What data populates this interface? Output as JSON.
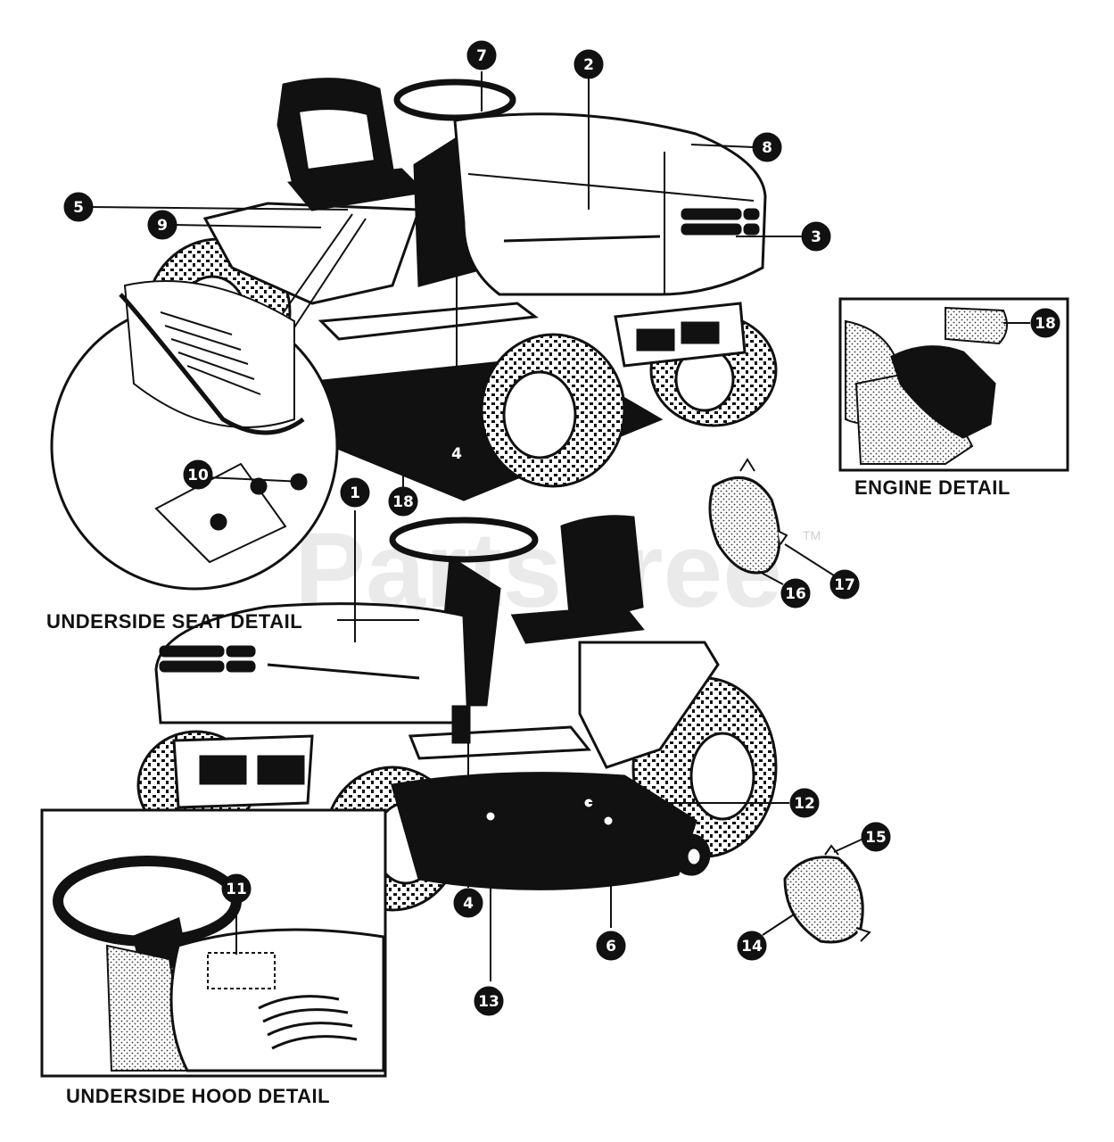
{
  "watermark": {
    "text": "PartsTree",
    "tm": "TM"
  },
  "captions": {
    "underside_seat": "UNDERSIDE SEAT DETAIL",
    "engine": "ENGINE DETAIL",
    "underside_hood": "UNDERSIDE HOOD DETAIL"
  },
  "callouts": [
    "1",
    "2",
    "3",
    "4",
    "4",
    "5",
    "6",
    "7",
    "8",
    "9",
    "10",
    "11",
    "12",
    "13",
    "14",
    "15",
    "16",
    "17",
    "18",
    "18"
  ],
  "colors": {
    "ink": "#111111",
    "paper": "#ffffff",
    "watermark": "#d9d9d9"
  }
}
